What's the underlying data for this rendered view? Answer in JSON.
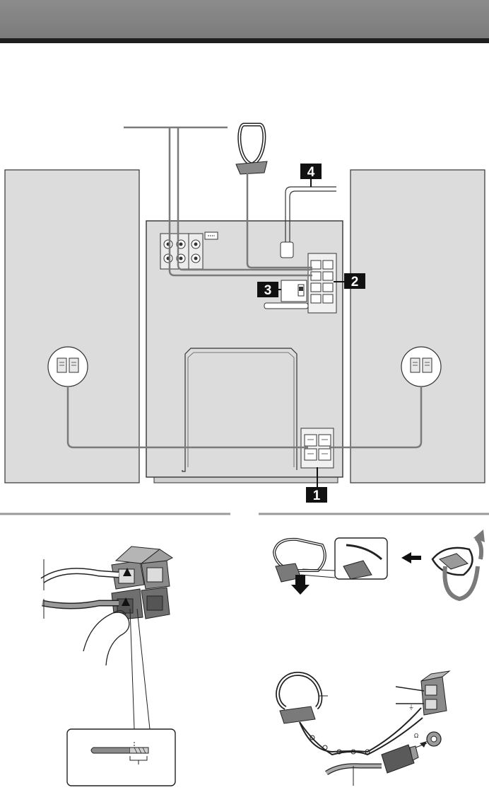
{
  "callouts": {
    "speaker_terminals": "1",
    "antenna_terminals": "2",
    "voltage_selector": "3",
    "power_cord": "4"
  },
  "symbols": {
    "ohm": "Ω",
    "ground": "⏚"
  },
  "colors": {
    "header": "#838383",
    "header_rule": "#1f1f1f",
    "panel": "#dedede",
    "cable": "#7a7a7a",
    "section_rule": "#9a9a9a"
  }
}
